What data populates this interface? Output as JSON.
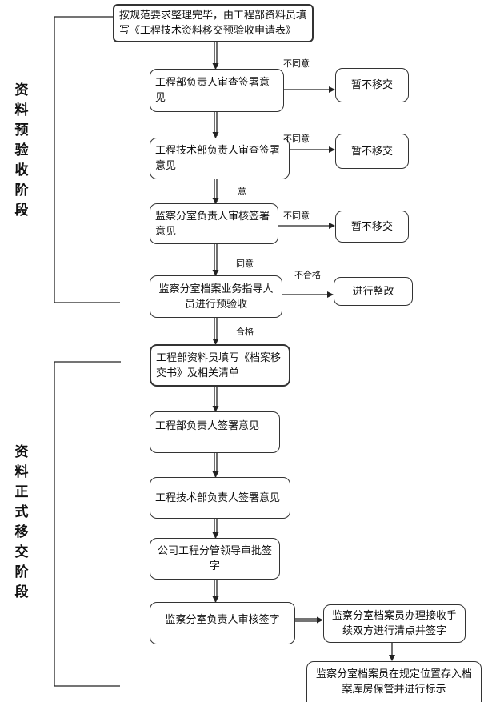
{
  "phases": {
    "pre": "资\n料\n预\n验\n收\n阶\n段",
    "formal": "资\n料\n正\n式\n移\n交\n阶\n段"
  },
  "nodes": {
    "start": "按规范要求整理完毕，由工程部资料员填写《工程技术资料移交预验收申请表》",
    "n1": "工程部负责人审查签署意见",
    "n2": "工程技术部负责人审查签署意见",
    "n3": "监察分室负责人审核签署意见",
    "n4": "监察分室档案业务指导人员进行预验收",
    "r1": "暂不移交",
    "r2": "暂不移交",
    "r3": "暂不移交",
    "r4": "进行整改",
    "f1": "工程部资料员填写《档案移交书》及相关清单",
    "f2": "工程部负责人签署意见",
    "f3": "工程技术部负责人签署意见",
    "f4": "公司工程分管领导审批签字",
    "f5": "监察分室负责人审核签字",
    "f6": "监察分室档案员办理接收手续双方进行清点并签字",
    "f7": "监察分室档案员在规定位置存入档案库房保管并进行标示"
  },
  "labels": {
    "disagree1": "不同意",
    "disagree2": "不同意",
    "agree_partial": "意",
    "disagree3": "不同意",
    "agree": "同意",
    "fail": "不合格",
    "pass": "合格"
  }
}
